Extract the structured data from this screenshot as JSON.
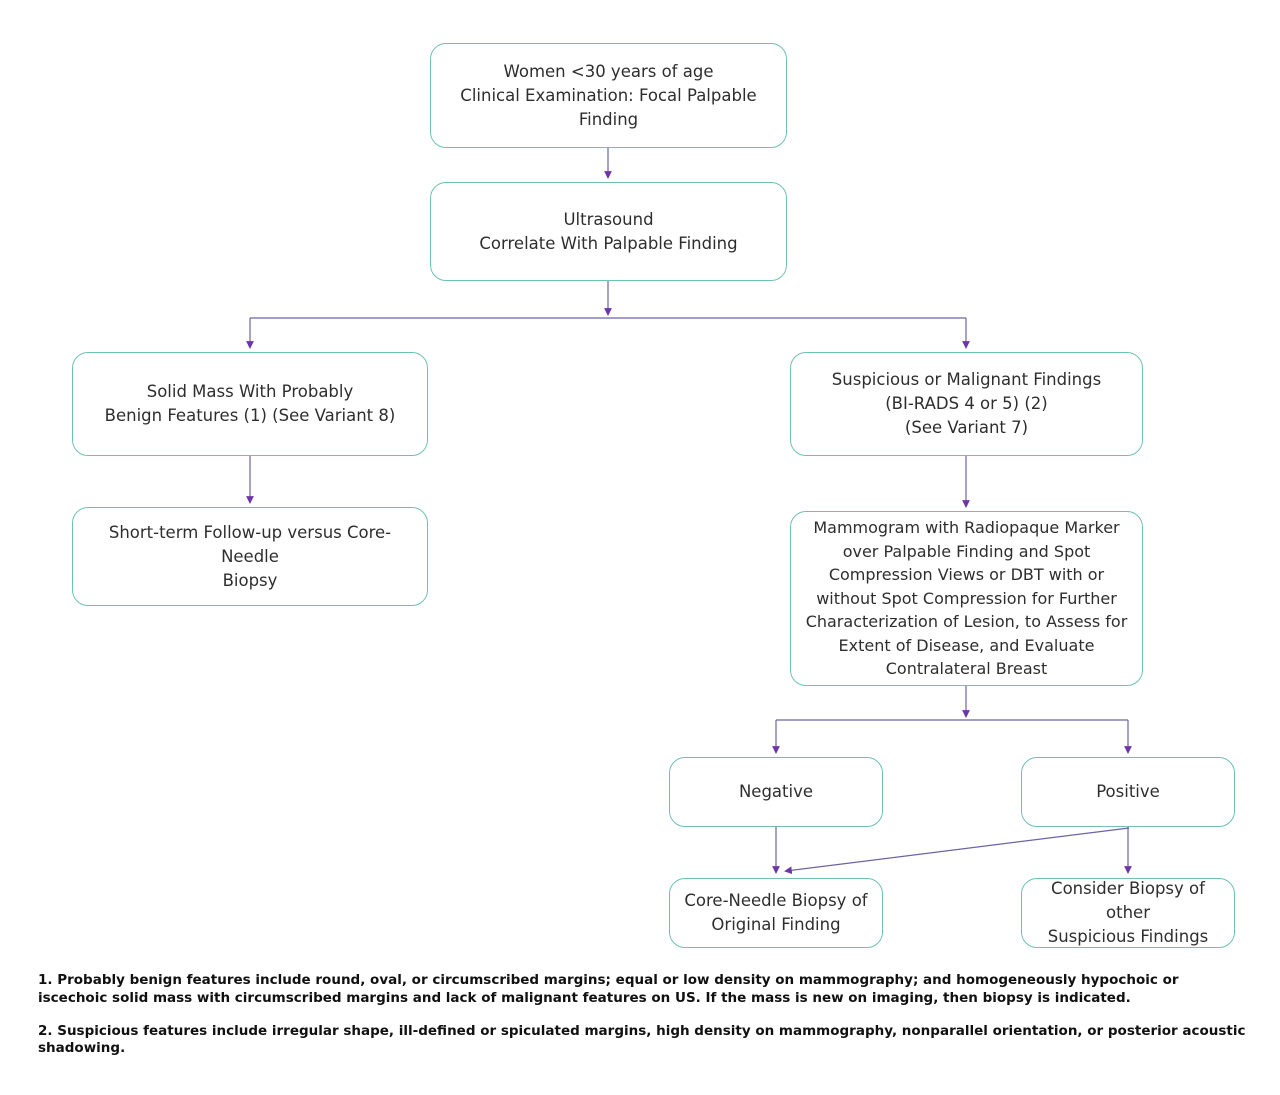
{
  "flowchart": {
    "colors": {
      "node_border": "#6fc2b3",
      "connector_line": "#6a64a3",
      "arrowhead": "#6d35a8",
      "node_text": "#2e2e2e",
      "footnote_text": "#111111"
    },
    "nodes": {
      "start": {
        "label": "Women <30 years of age\nClinical Examination: Focal Palpable\nFinding"
      },
      "ultrasound": {
        "label": "Ultrasound\nCorrelate With Palpable Finding"
      },
      "solidmass": {
        "label": "Solid Mass With Probably\nBenign Features (1) (See Variant 8)"
      },
      "shortterm": {
        "label": "Short-term Follow-up versus Core-Needle\nBiopsy"
      },
      "suspicious": {
        "label": "Suspicious or Malignant Findings\n(BI-RADS 4 or 5) (2)\n(See Variant 7)"
      },
      "mammogram": {
        "label": "Mammogram with Radiopaque Marker\nover Palpable Finding and Spot\nCompression Views or DBT with or\nwithout Spot Compression for Further\nCharacterization of Lesion, to Assess for\nExtent of Disease, and Evaluate\nContralateral Breast"
      },
      "negative": {
        "label": "Negative"
      },
      "positive": {
        "label": "Positive"
      },
      "corebiopsy": {
        "label": "Core-Needle Biopsy of\nOriginal Finding"
      },
      "consider": {
        "label": "Consider Biopsy of other\nSuspicious Findings"
      }
    },
    "footnotes": [
      "1. Probably benign features include round, oval, or circumscribed margins; equal or low density on mammography; and homogeneously hypochoic or iscechoic solid mass with circumscribed margins and lack of malignant features on US. If the mass is new on imaging, then biopsy is indicated.",
      "2. Suspicious features include irregular shape, ill-defined or spiculated margins, high density on mammography, nonparallel orientation, or posterior acoustic shadowing."
    ]
  }
}
